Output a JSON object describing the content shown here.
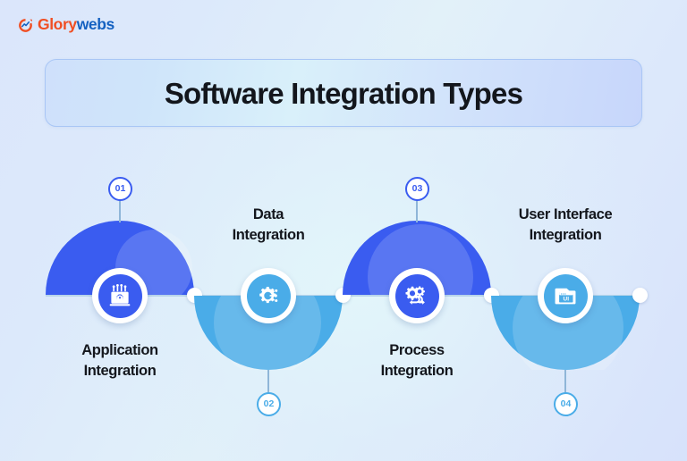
{
  "brand": {
    "icon": "glorywebs-logo-icon",
    "name_part1": "Glory",
    "name_part2": "webs",
    "color_part1": "#f04e23",
    "color_part2": "#1461c1"
  },
  "header": {
    "title": "Software Integration Types"
  },
  "theme": {
    "background_start": "#dbe6fb",
    "background_center": "#e2f1f9",
    "dark_blue": "#3a5cf0",
    "light_blue": "#4aace8",
    "baseline": "#b9d5ea",
    "text": "#14171d"
  },
  "steps": [
    {
      "number": "01",
      "label_line1": "Application",
      "label_line2": "Integration",
      "icon": "application-window-gear-icon",
      "color": "#3a5cf0",
      "dome_direction": "up",
      "badge_position": "top",
      "label_position": "bottom"
    },
    {
      "number": "02",
      "label_line1": "Data",
      "label_line2": "Integration",
      "icon": "data-gear-circuit-icon",
      "color": "#4aace8",
      "dome_direction": "down",
      "badge_position": "bottom",
      "label_position": "top"
    },
    {
      "number": "03",
      "label_line1": "Process",
      "label_line2": "Integration",
      "icon": "process-gears-arrow-icon",
      "color": "#3a5cf0",
      "dome_direction": "up",
      "badge_position": "top",
      "label_position": "bottom"
    },
    {
      "number": "04",
      "label_line1": "User Interface",
      "label_line2": "Integration",
      "icon": "ui-browser-window-icon",
      "color": "#4aace8",
      "dome_direction": "down",
      "badge_position": "bottom",
      "label_position": "top"
    }
  ]
}
